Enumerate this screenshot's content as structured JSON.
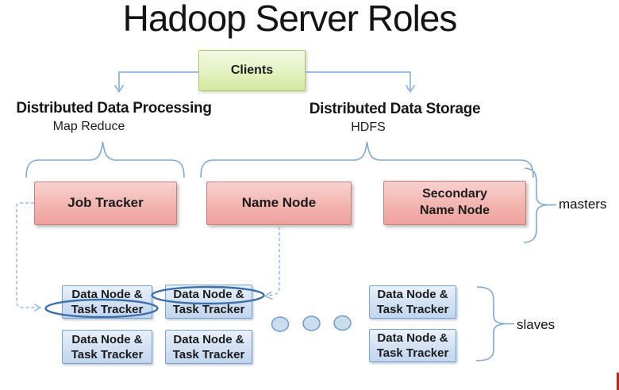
{
  "title": "Hadoop Server Roles",
  "clients_box": {
    "label": "Clients"
  },
  "branches": {
    "processing": {
      "heading": "Distributed Data Processing",
      "subheading": "Map Reduce"
    },
    "storage": {
      "heading": "Distributed Data Storage",
      "subheading": "HDFS"
    }
  },
  "masters": {
    "group_label": "masters",
    "job_tracker": "Job Tracker",
    "name_node": "Name Node",
    "secondary_line1": "Secondary",
    "secondary_line2": "Name Node"
  },
  "slaves": {
    "group_label": "slaves",
    "node_line1": "Data Node &",
    "node_line2": "Task Tracker",
    "visible_node_count": 6,
    "ellipsis_dot_count": 3
  },
  "colors": {
    "text": "#1b1b1b",
    "connector_blue": "#7da7d9",
    "dashed_blue": "#95b8de",
    "highlight_ellipse_blue": "#3c6fae",
    "clients_fill_top": "#f3fae5",
    "clients_fill_bottom": "#d6e9a2",
    "clients_border": "#a9c868",
    "master_fill_top": "#f8d2cf",
    "master_fill_bottom": "#eea19d",
    "master_border": "#c87d78",
    "slave_fill_top": "#e9f1fb",
    "slave_fill_bottom": "#c2d6ee",
    "slave_border": "#7aa1cb",
    "dot_fill": "#cadded",
    "dot_border": "#6f9bd1",
    "edge_mark_red": "#c0231e"
  }
}
